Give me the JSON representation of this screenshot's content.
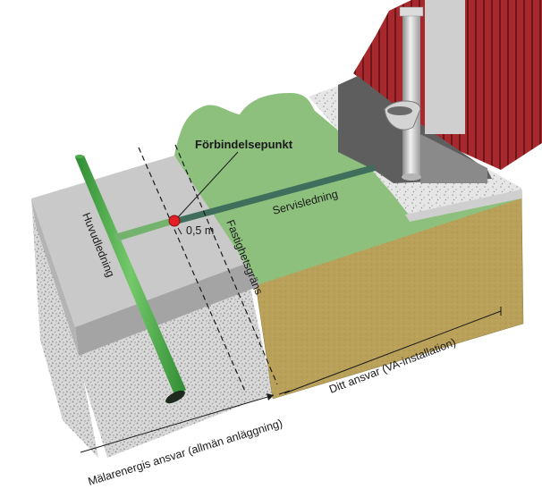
{
  "labels": {
    "connection_point": "Förbindelsepunkt",
    "distance": "0,5 m",
    "property_line": "Fastighetsgräns",
    "service_line": "Servisledning",
    "main_line": "Huvudledning",
    "your_responsibility": "Ditt ansvar (VA-installation)",
    "utility_responsibility": "Mälarenergis ansvar (allmän anläggning)"
  },
  "colors": {
    "grass": "#8cc07c",
    "pipe_green": "#4fae4a",
    "service_line": "#3f6f5c",
    "connection_point": "#e31e24",
    "soil": "#b8a058",
    "pavement": "#c6c6c6",
    "house_wall": "#a0282c"
  }
}
